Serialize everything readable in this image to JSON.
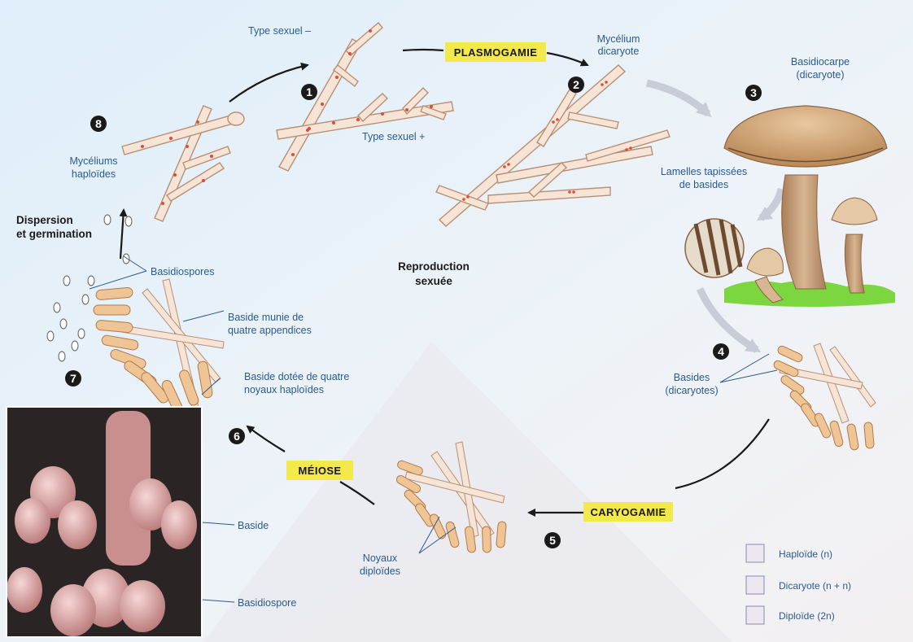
{
  "steps": [
    "1",
    "2",
    "3",
    "4",
    "5",
    "6",
    "7",
    "8"
  ],
  "phases": {
    "plasmogamy": "PLASMOGAMIE",
    "karyogamy": "CARYOGAMIE",
    "meiosis": "MÉIOSE"
  },
  "labels": {
    "type_minus": "Type sexuel –",
    "type_plus": "Type sexuel +",
    "dikaryotic_mycelium_1": "Mycélium",
    "dikaryotic_mycelium_2": "dicaryote",
    "basidiocarp_1": "Basidiocarpe",
    "basidiocarp_2": "(dicaryote)",
    "gills_1": "Lamelles tapissées",
    "gills_2": "de basides",
    "basidia_1": "Basides",
    "basidia_2": "(dicaryotes)",
    "diploid_nuclei_1": "Noyaux",
    "diploid_nuclei_2": "diploïdes",
    "basidium_four_nuclei_1": "Baside dotée de quatre",
    "basidium_four_nuclei_2": "noyaux haploïdes",
    "basidium_appendages_1": "Baside munie de",
    "basidium_appendages_2": "quatre appendices",
    "basidiospores": "Basidiospores",
    "haploid_mycelia_1": "Mycéliums",
    "haploid_mycelia_2": "haploïdes",
    "dispersion_1": "Dispersion",
    "dispersion_2": "et germination",
    "sexual_repro_1": "Reproduction",
    "sexual_repro_2": "sexuée",
    "photo_basidium": "Baside",
    "photo_basidiospore": "Basidiospore"
  },
  "legend": [
    {
      "label": "Haploïde (n)"
    },
    {
      "label": "Dicaryote (n + n)"
    },
    {
      "label": "Diploïde (2n)"
    }
  ],
  "colors": {
    "highlight": "#f3e94a",
    "hypha_fill": "#f6e5d6",
    "hypha_stroke": "#b98f73",
    "cap": "#c89a6a",
    "stipe": "#c9a27e",
    "grass": "#7bd640",
    "basidia_fill": "#f0c596",
    "label_blue": "#2a5a8c",
    "photo_dark": "#2a2425",
    "photo_pink": "#dba3a3"
  }
}
